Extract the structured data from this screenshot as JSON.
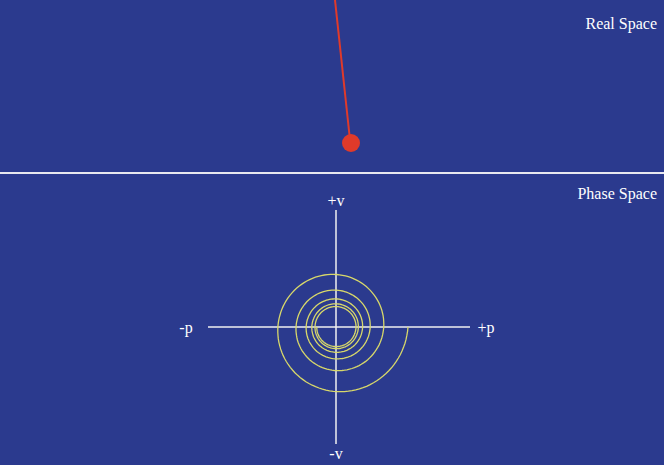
{
  "diagram": {
    "labels": [
      "Real Space",
      "Phase Space",
      "+v",
      "-p",
      "+p",
      "-v"
    ]
  }
}
